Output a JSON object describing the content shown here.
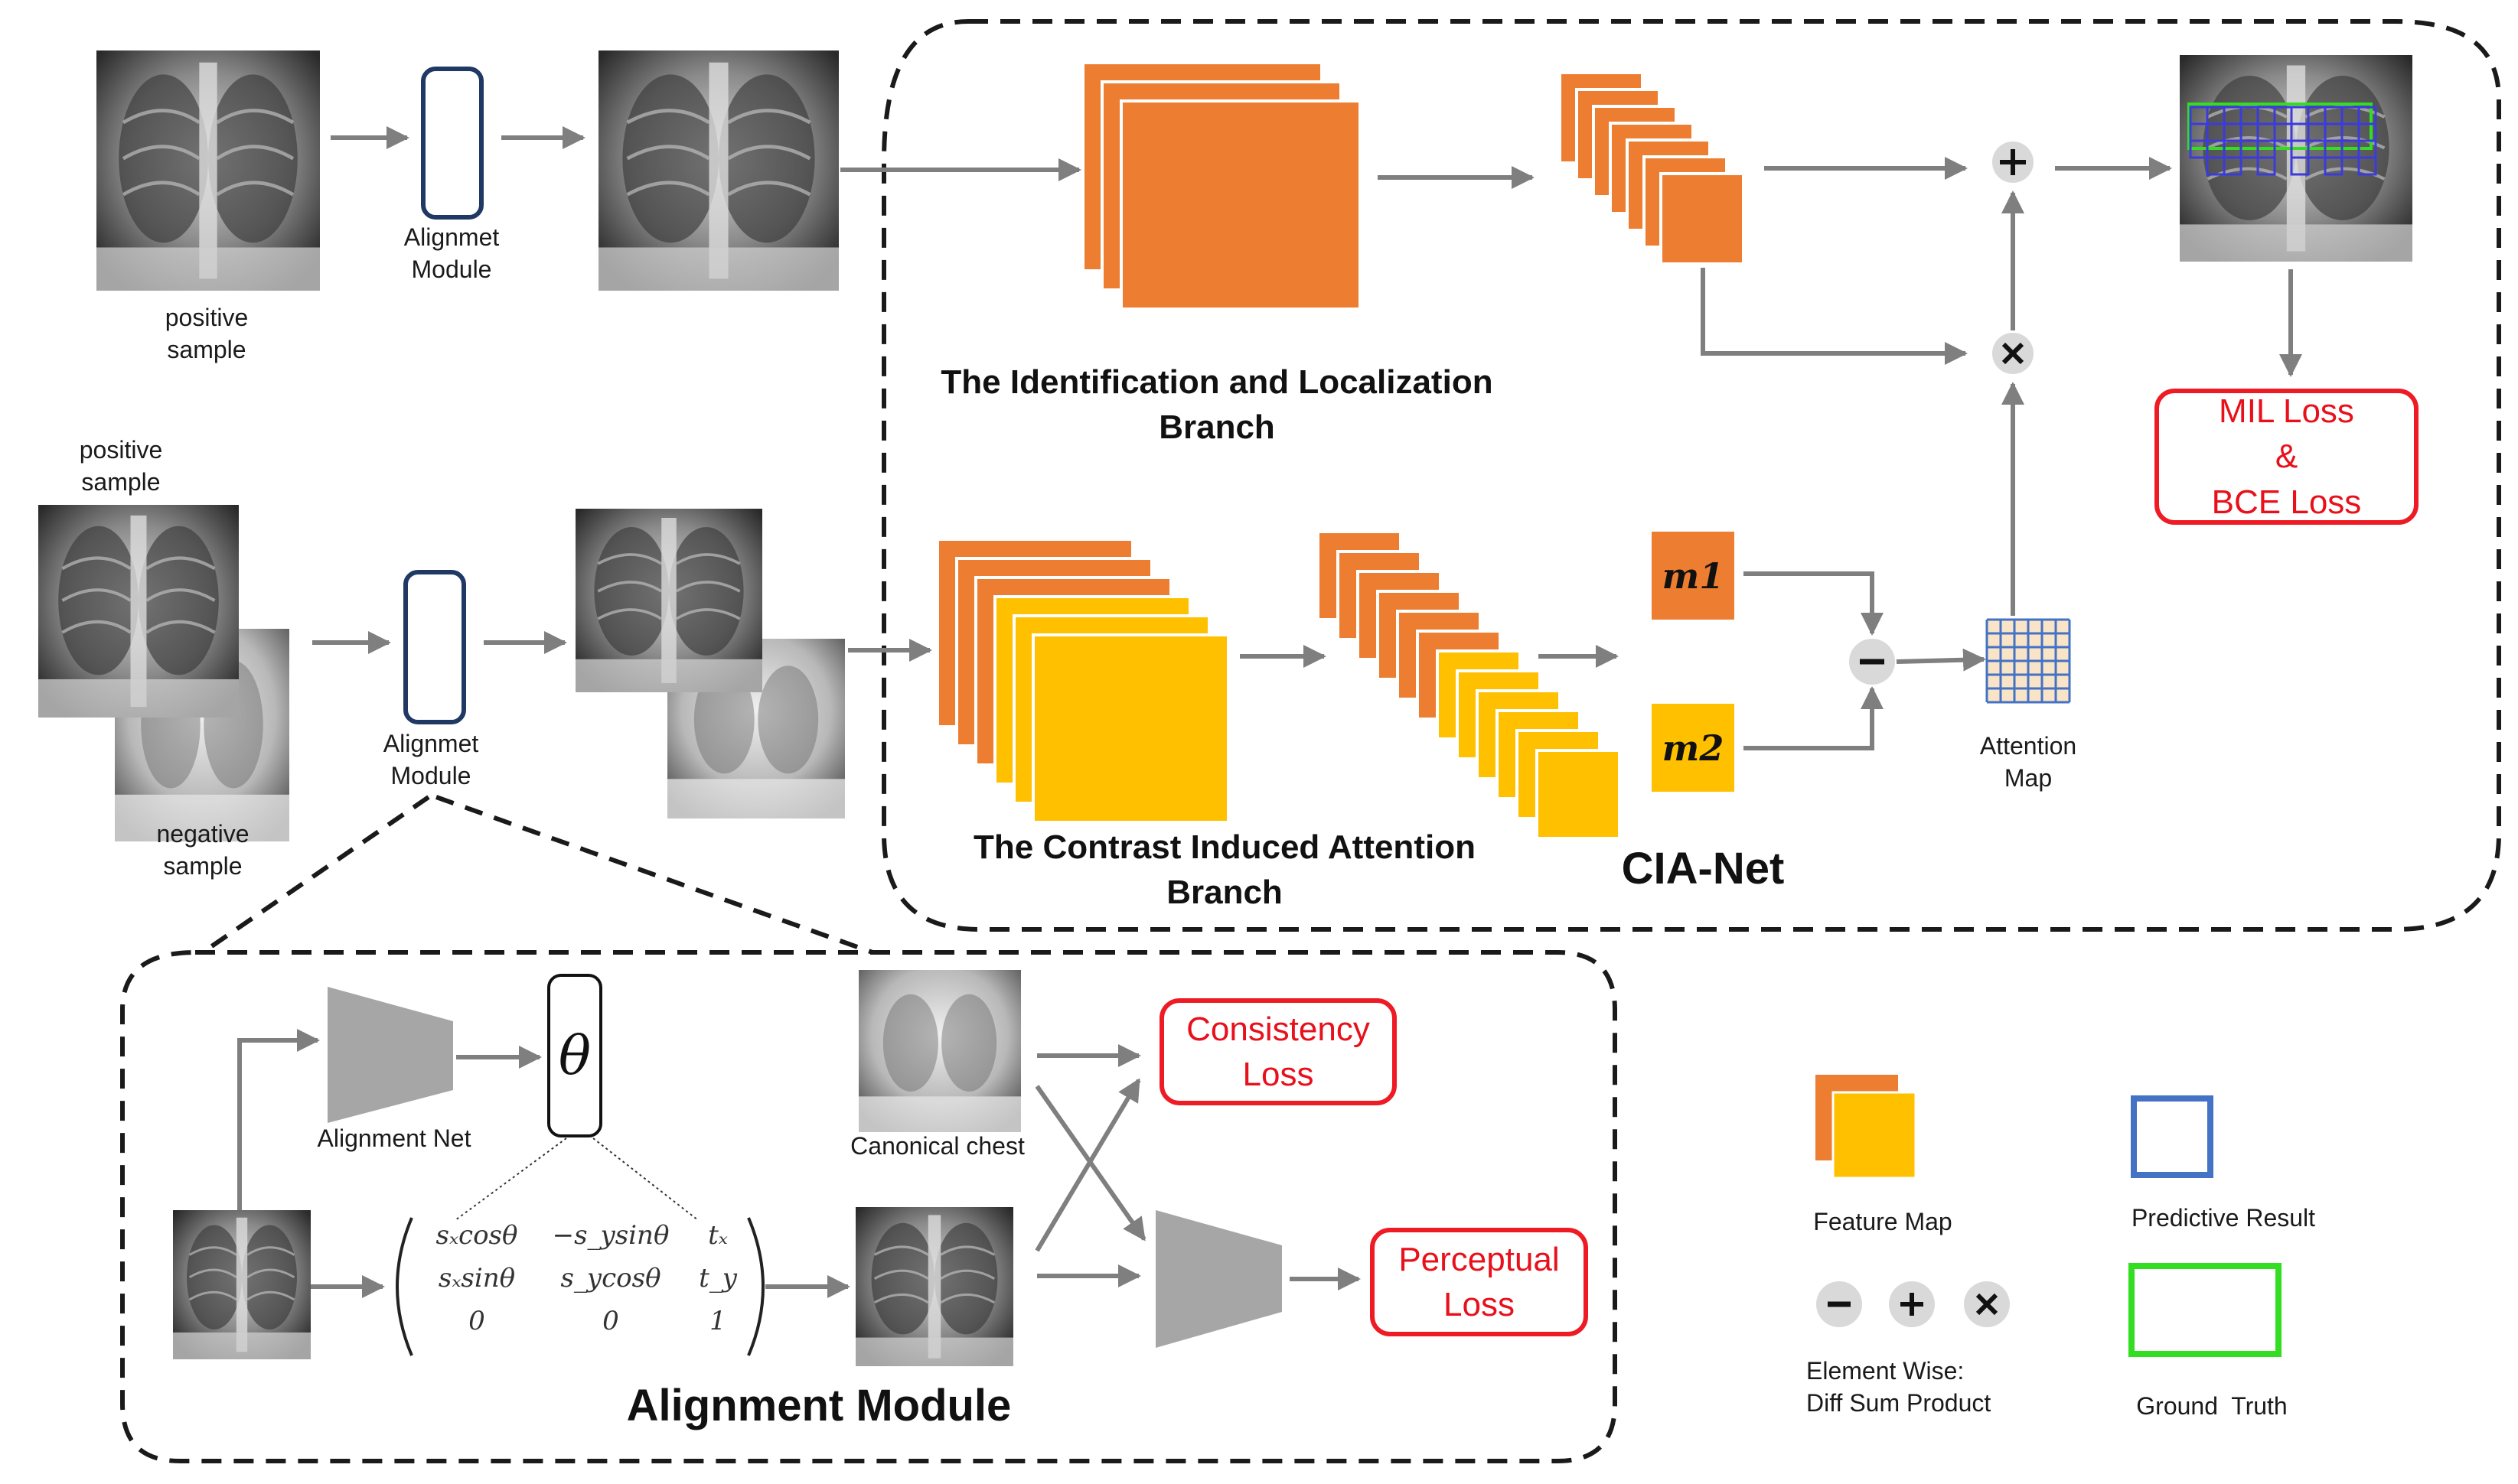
{
  "top_row": {
    "positive_label": "positive\nsample",
    "alignment_module_label": "Alignmet\nModule"
  },
  "bottom_row": {
    "positive_label": "positive\nsample",
    "negative_label": "negative\nsample",
    "alignment_module_label": "Alignmet\nModule"
  },
  "cia_net": {
    "title": "CIA-Net",
    "branch_identification": "The Identification and Localization\nBranch",
    "branch_contrast": "The Contrast Induced Attention\nBranch",
    "m1": "m1",
    "m2": "m2",
    "attention_map_label": "Attention\nMap",
    "loss_lines": [
      "MIL Loss",
      "&",
      "BCE Loss"
    ],
    "ops": {
      "sum": "+",
      "product": "×",
      "diff": "−"
    }
  },
  "alignment_module": {
    "title": "Alignment Module",
    "alignment_net_label": "Alignment Net",
    "theta_symbol": "θ",
    "canonical_chest_label": "Canonical chest",
    "consistency_loss": [
      "Consistency",
      "Loss"
    ],
    "perceptual_loss": [
      "Perceptual",
      "Loss"
    ],
    "matrix": [
      [
        "sₓcosθ",
        "−s_ysinθ",
        "tₓ"
      ],
      [
        "sₓsinθ",
        "s_ycosθ",
        "t_y"
      ],
      [
        "0",
        "0",
        "1"
      ]
    ]
  },
  "legend": {
    "feature_map": "Feature Map",
    "predictive_result": "Predictive Result",
    "element_wise": "Element Wise:\nDiff Sum Product",
    "ground_truth": "Ground  Truth"
  },
  "colors": {
    "orange": "#ed7d31",
    "yellow": "#ffc000",
    "blue_box": "#4472c4",
    "green_box": "#33dd22",
    "red_loss": "#ee1b24",
    "arrow": "#7f7f7f"
  }
}
